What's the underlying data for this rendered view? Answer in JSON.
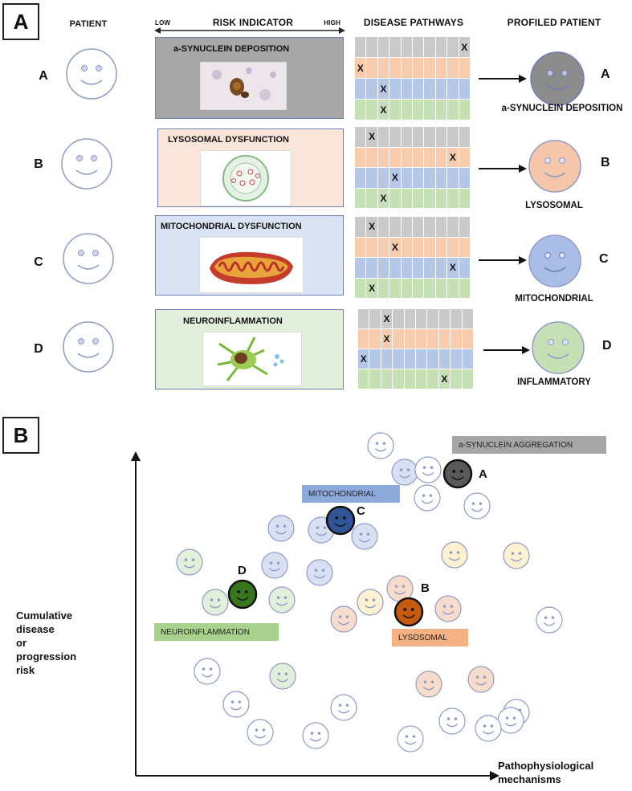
{
  "panel_a": {
    "label": "A",
    "headers": {
      "patient": "PATIENT",
      "risk_indicator": "RISK INDICATOR",
      "low": "LOW",
      "high": "HIGH",
      "disease_pathways": "DISEASE PATHWAYS",
      "profiled_patient": "PROFILED PATIENT"
    },
    "rows": [
      {
        "letter": "A",
        "risk_title": "a-SYNUCLEIN DEPOSITION",
        "profile_label": "a-SYNUCLEIN DEPOSITION",
        "profile_color": "#8c8c8c",
        "box_bg": "#a6a6a6",
        "grid_marks": [
          9,
          0,
          2,
          2
        ]
      },
      {
        "letter": "B",
        "risk_title": "LYSOSOMAL DYSFUNCTION",
        "profile_label": "LYSOSOMAL",
        "profile_color": "#f5c6aa",
        "box_bg": "#fbe5d9",
        "grid_marks": [
          1,
          8,
          3,
          2
        ]
      },
      {
        "letter": "C",
        "risk_title": "MITOCHONDRIAL DYSFUNCTION",
        "profile_label": "MITOCHONDRIAL",
        "profile_color": "#a9bde6",
        "box_bg": "#dae3f3",
        "grid_marks": [
          1,
          3,
          8,
          1
        ]
      },
      {
        "letter": "D",
        "risk_title": "NEUROINFLAMMATION",
        "profile_label": "INFLAMMATORY",
        "profile_color": "#c5e0b4",
        "box_bg": "#e2efda",
        "grid_marks": [
          2,
          2,
          0,
          7
        ]
      }
    ],
    "grid_row_colors": [
      "#c9c9c9",
      "#f8cbad",
      "#b4c7e7",
      "#c5e0b4"
    ],
    "mark_char": "X"
  },
  "panel_b": {
    "label": "B",
    "y_axis_label": [
      "Cumulative",
      "disease",
      "or",
      "progression",
      "risk"
    ],
    "x_axis_label": [
      "Pathophysiological",
      "mechanisms"
    ],
    "tags": {
      "synuclein": "a-SYNUCLEIN AGGREGATION",
      "mitochondrial": "MITOCHONDRIAL",
      "neuroinflammation": "NEUROINFLAMMATION",
      "lysosomal": "LYSOSOMAL"
    },
    "tag_colors": {
      "synuclein": "#a6a6a6",
      "mitochondrial": "#8eaadb",
      "neuroinflammation": "#a9d18e",
      "lysosomal": "#f4b183"
    },
    "highlight_letters": [
      "A",
      "B",
      "C",
      "D"
    ],
    "highlight_colors": [
      "#595959",
      "#c55a11",
      "#2f5597",
      "#38761d"
    ]
  }
}
